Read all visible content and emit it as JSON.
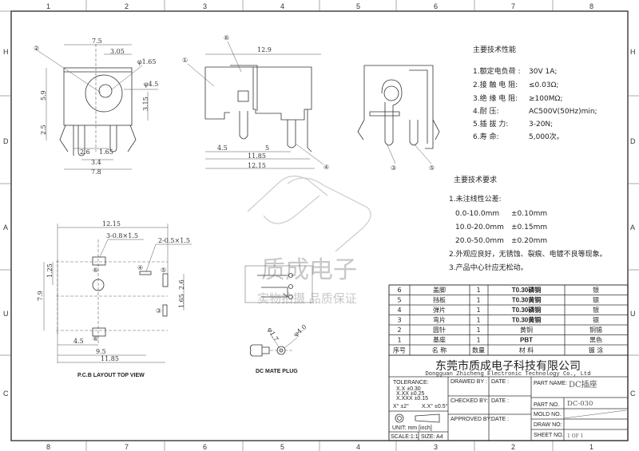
{
  "frame": {
    "top_zones": [
      "1",
      "2",
      "3",
      "4",
      "5",
      "6",
      "7",
      "8"
    ],
    "bottom_zones": [
      "8",
      "7",
      "6",
      "5",
      "4",
      "3",
      "2",
      "1"
    ],
    "left_zones": [
      "H",
      "D",
      "A",
      "U",
      "C"
    ],
    "right_zones": [
      "H",
      "D",
      "A",
      "U",
      "C"
    ]
  },
  "front_view": {
    "callout": "②",
    "dims": {
      "width_top": "7.5",
      "offset": "3.05",
      "pin_dia": "φ1.65",
      "hole_dia": "φ4.5",
      "height": "5.9",
      "center_h": "3.15",
      "leg": "2.5",
      "d1": "2.6",
      "d2": "1.65",
      "d3": "3.4",
      "width_bottom": "7.8"
    }
  },
  "side_view": {
    "callouts": [
      "①",
      "⑥",
      "④"
    ],
    "dims": {
      "length": "12.9",
      "a": "4.5",
      "b": "5",
      "c": "11.85",
      "d": "12.15"
    }
  },
  "rear_view": {
    "callouts": [
      "③",
      "⑤"
    ]
  },
  "specs": {
    "title": "主要技术性能",
    "items": [
      {
        "label": "1.额定电负荷 :",
        "value": "30V 1A;"
      },
      {
        "label": "2.接 触 电 阻:",
        "value": "≤0.03Ω;"
      },
      {
        "label": "3.绝 缘 电 阻:",
        "value": "≥100MΩ;"
      },
      {
        "label": "4.耐        压:",
        "value": "AC500V(50Hz)min;"
      },
      {
        "label": "5.插   拔   力:",
        "value": "3-20N;"
      },
      {
        "label": "6.寿        命:",
        "value": "5,000次。"
      }
    ]
  },
  "requirements": {
    "title": "主要技术要求",
    "line1": "1.未注线性公差:",
    "tolerances": [
      {
        "range": "0.0-10.0mm",
        "tol": "±0.10mm"
      },
      {
        "range": "10.0-20.0mm",
        "tol": "±0.15mm"
      },
      {
        "range": "20.0-50.0mm",
        "tol": "±0.20mm"
      }
    ],
    "line2": "2.外观应良好，无锈蚀、裂痕、电镀不良等现象。",
    "line3": "3.产品中心针应无松动。"
  },
  "pcb_layout": {
    "title": "P.C.B LAYOUT  TOP VIEW",
    "dims": {
      "width": "12.15",
      "slot1": "3-0.8×1.5",
      "slot2": "2-0.5×1.5",
      "h1": "1.25",
      "h2": "7.9",
      "h3": "2.6",
      "h4": "1.65",
      "x1": "4.5",
      "x2": "9.5",
      "x3": "11.85"
    },
    "callouts": [
      "⑥",
      "④",
      "⑤",
      "③",
      "⑥"
    ]
  },
  "mate_plug": {
    "title": "DC MATE PLUG",
    "d1": "φ1.7",
    "d2": "φ4.0"
  },
  "watermark": {
    "line1": "质成电子",
    "line2": "实物拍摄 品质保证"
  },
  "bom": {
    "rows": [
      {
        "no": "6",
        "name": "盖脚",
        "qty": "1",
        "material": "T0.30磷铜",
        "plating": "银"
      },
      {
        "no": "5",
        "name": "挡板",
        "qty": "1",
        "material": "T0.30黄铜",
        "plating": "银"
      },
      {
        "no": "4",
        "name": "弹片",
        "qty": "1",
        "material": "T0.30磷铜",
        "plating": "银"
      },
      {
        "no": "3",
        "name": "弯片",
        "qty": "1",
        "material": "T0.30黄铜",
        "plating": "银"
      },
      {
        "no": "2",
        "name": "圆针",
        "qty": "1",
        "material": "黄铜",
        "plating": "铜锡"
      },
      {
        "no": "1",
        "name": "基座",
        "qty": "1",
        "material": "PBT",
        "plating": "黑色"
      }
    ],
    "header": {
      "no": "序号",
      "name": "名   称",
      "qty": "数量",
      "material": "材    料",
      "plating": "镀    涂"
    }
  },
  "title_block": {
    "company_cn": "东莞市质成电子科技有限公司",
    "company_en": "Dongguan Zhicheng Electronic Technology Co., Ltd",
    "tolerance_label": "TOLERANCE:",
    "tol_xx": "X.X   ±0.30",
    "tol_xxx": "X.XX  ±0.25",
    "tol_xxxx": "X.XXX ±0.15",
    "tol_angle1": "X° ±2°",
    "tol_angle2": "X.X° ±0.5°",
    "unit": "UNIT:  mm  [inch]",
    "scale": "SCALE:1:1",
    "size": "SIZE: A4",
    "drawed_by": "DRAWED BY :",
    "checked_by": "CHECKED BY:",
    "approved_by": "APPROVED BY:",
    "date": "DATE :",
    "part_name_label": "PART NAME:",
    "part_name": "DC插座",
    "part_no_label": "PART NO.",
    "part_no": "DC-030",
    "mold_no_label": "MOLD NO.",
    "draw_no_label": "DRAW NO:",
    "sheet_no_label": "SHEET NO.",
    "sheet_no": "1 OF 1"
  }
}
